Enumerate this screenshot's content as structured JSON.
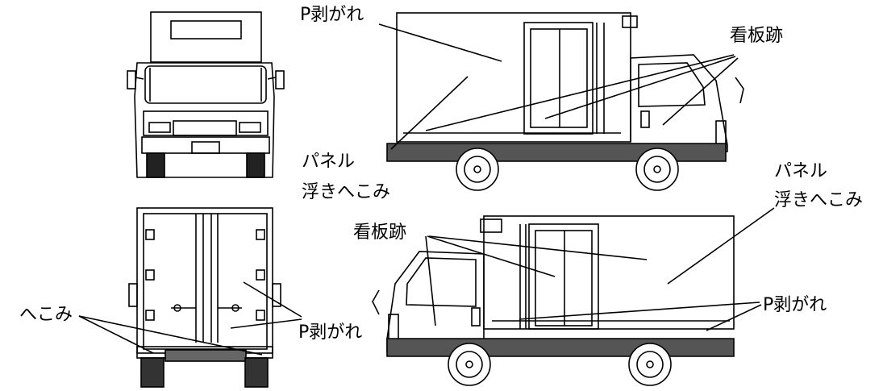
{
  "labels": {
    "p_peel_top": "P剥がれ",
    "signboard_top": "看板跡",
    "panel_dent_left_1": "パネル",
    "panel_dent_left_2": "浮きへこみ",
    "panel_dent_right_1": "パネル",
    "panel_dent_right_2": "浮きへこみ",
    "signboard_bottom": "看板跡",
    "p_peel_right": "P剥がれ",
    "dent_rear": "へこみ",
    "p_peel_rear": "P剥がれ"
  }
}
